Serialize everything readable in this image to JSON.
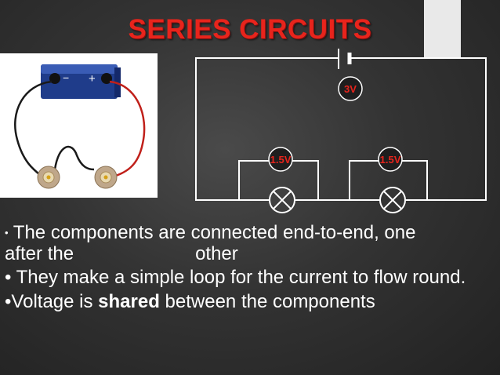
{
  "slide": {
    "title": "SERIES CIRCUITS"
  },
  "diagram": {
    "battery_label": "3V",
    "lamp_left_label": "1.5V",
    "lamp_right_label": "1.5V"
  },
  "photo": {
    "battery_minus": "−",
    "battery_plus": "+"
  },
  "bullets": {
    "b1_marker": "•",
    "b1_line1": "The components are connected end-to-end, one",
    "b1_line2_start": "after the",
    "b1_line2_end": "other",
    "b2_marker": "•",
    "b2_text": "They make a simple loop for the current to flow round.",
    "b3_marker": "•",
    "b3_before": "Voltage is",
    "b3_bold": "shared",
    "b3_after": "between the components"
  },
  "colors": {
    "title": "#e8241c",
    "background": "#333333",
    "wire": "#ffffff",
    "label": "#e8241c",
    "label_circle": "#222222"
  }
}
